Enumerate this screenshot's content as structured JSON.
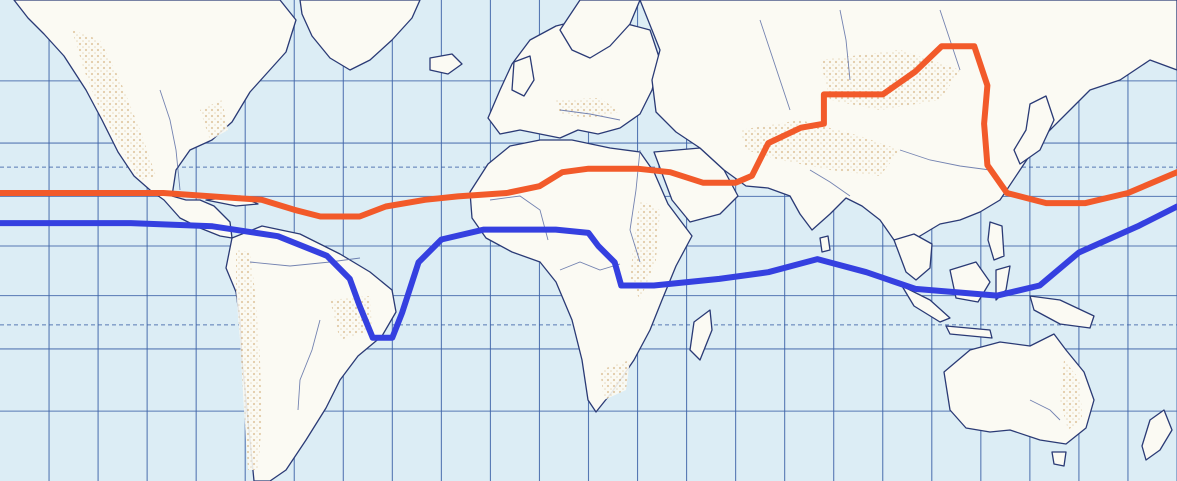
{
  "map": {
    "projection": "mercator",
    "colors": {
      "ocean": "#dcedf5",
      "land": "#fbfaf3",
      "coastline": "#2a3a75",
      "river": "#5265a0",
      "relief": "#c89a5a",
      "grid": "#3f64a8",
      "tropic_dashed": "#3f64a8"
    },
    "routes": [
      {
        "id": "northern-line",
        "color": "#f25a2a",
        "coords": [
          [
            -180,
            16
          ],
          [
            -130,
            16
          ],
          [
            -100,
            14
          ],
          [
            -90,
            11
          ],
          [
            -82,
            9
          ],
          [
            -70,
            9
          ],
          [
            -62,
            12
          ],
          [
            -50,
            14
          ],
          [
            -40,
            15
          ],
          [
            -25,
            16
          ],
          [
            -15,
            18
          ],
          [
            -8,
            22
          ],
          [
            0,
            23
          ],
          [
            15,
            23
          ],
          [
            25,
            22
          ],
          [
            35,
            19
          ],
          [
            45,
            19
          ],
          [
            50,
            21
          ],
          [
            55,
            30
          ],
          [
            65,
            34
          ],
          [
            72,
            35
          ],
          [
            72,
            42
          ],
          [
            90,
            42
          ],
          [
            100,
            47
          ],
          [
            108,
            52
          ],
          [
            118,
            52
          ],
          [
            122,
            44
          ],
          [
            121,
            35
          ],
          [
            122,
            24
          ],
          [
            128,
            16
          ],
          [
            140,
            13
          ],
          [
            152,
            13
          ],
          [
            165,
            16
          ],
          [
            180,
            22
          ]
        ]
      },
      {
        "id": "southern-line",
        "color": "#3540e0",
        "coords": [
          [
            -180,
            7
          ],
          [
            -140,
            7
          ],
          [
            -115,
            6
          ],
          [
            -95,
            3
          ],
          [
            -80,
            -3
          ],
          [
            -73,
            -10
          ],
          [
            -70,
            -18
          ],
          [
            -66,
            -27
          ],
          [
            -60,
            -27
          ],
          [
            -57,
            -20
          ],
          [
            -52,
            -5
          ],
          [
            -45,
            2
          ],
          [
            -32,
            5
          ],
          [
            -10,
            5
          ],
          [
            0,
            4
          ],
          [
            3,
            0
          ],
          [
            8,
            -5
          ],
          [
            10,
            -12
          ],
          [
            20,
            -12
          ],
          [
            40,
            -10
          ],
          [
            55,
            -8
          ],
          [
            70,
            -4
          ],
          [
            85,
            -8
          ],
          [
            100,
            -13
          ],
          [
            125,
            -15
          ],
          [
            138,
            -12
          ],
          [
            150,
            -2
          ],
          [
            168,
            6
          ],
          [
            180,
            12
          ]
        ]
      }
    ]
  }
}
